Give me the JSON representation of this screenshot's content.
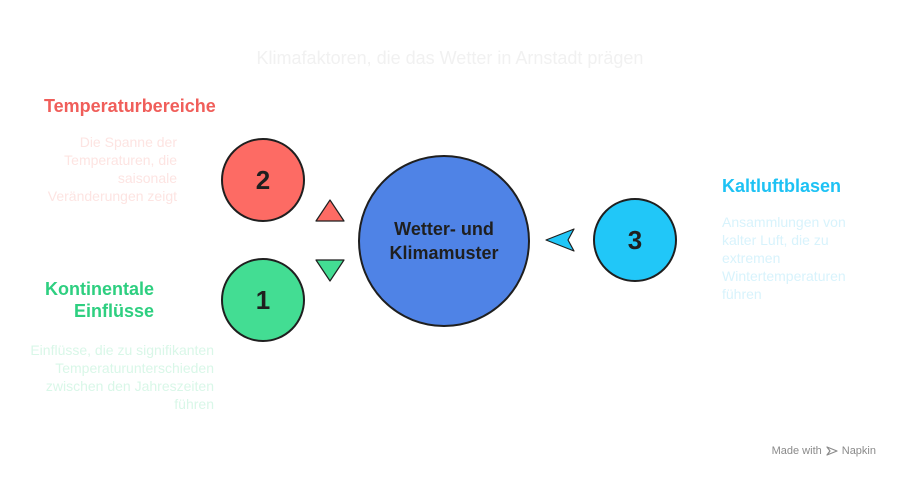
{
  "title": "Klimafaktoren, die das Wetter in Arnstadt prägen",
  "center": {
    "label": "Wetter- und Klimamuster",
    "color": "#4f83e6"
  },
  "factors": [
    {
      "number": "2",
      "heading": "Temperaturbereiche",
      "description": "Die Spanne der Temperaturen, die saisonale Veränderungen zeigt",
      "color": "#fd6b64",
      "text_color": "#f05e5a",
      "desc_color": "#fde4e2"
    },
    {
      "number": "1",
      "heading": "Kontinentale Einflüsse",
      "description": "Einflüsse, die zu signifikanten Temperaturunterschieden zwischen den Jahreszeiten führen",
      "color": "#43dd93",
      "text_color": "#2ecf80",
      "desc_color": "#d9f7e8"
    },
    {
      "number": "3",
      "heading": "Kaltluftblasen",
      "description": "Ansammlungen von kalter Luft, die zu extremen Wintertemperaturen führen",
      "color": "#21c7f8",
      "text_color": "#1ec2f4",
      "desc_color": "#d8f3fc"
    }
  ],
  "footer": {
    "made_with": "Made with",
    "brand": "Napkin",
    "icon": "napkin-logo-icon"
  }
}
